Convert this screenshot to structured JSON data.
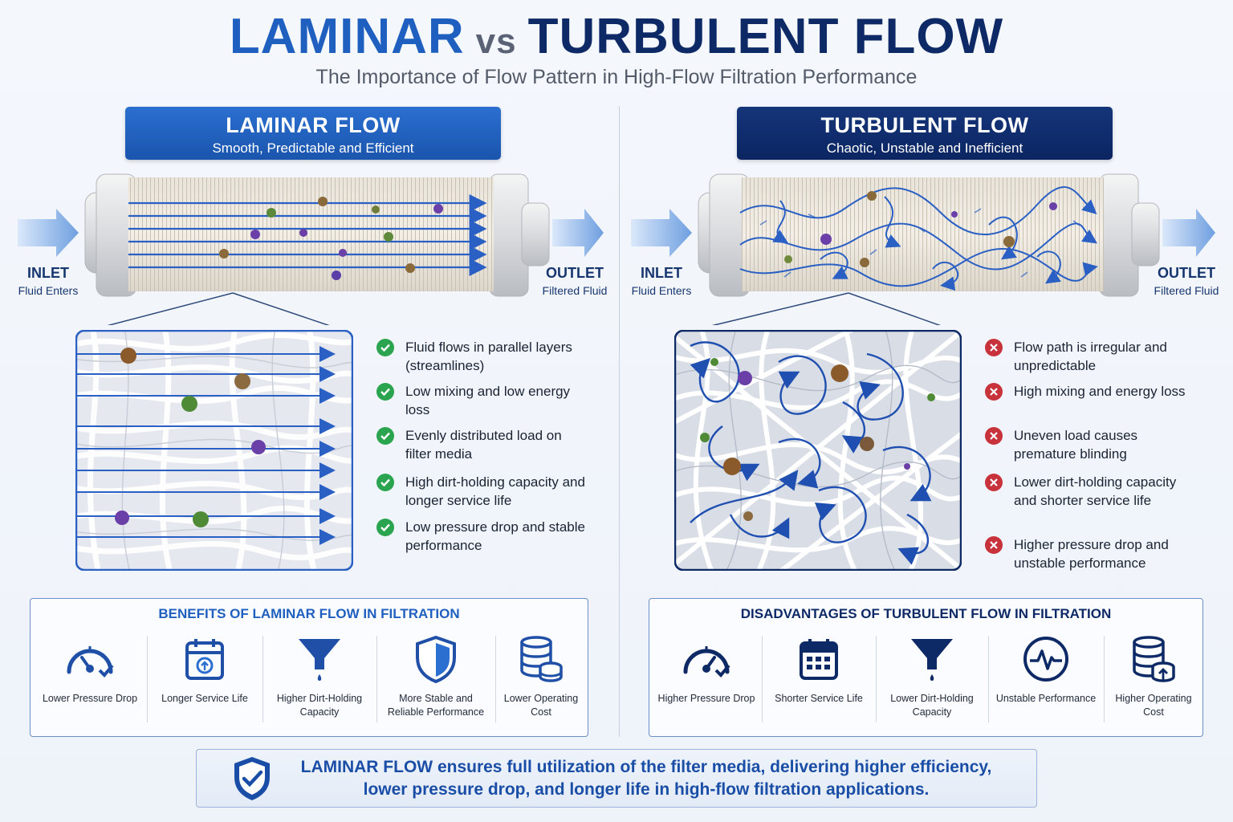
{
  "title": {
    "left": "LAMINAR",
    "vs": "vs",
    "right": "TURBULENT FLOW"
  },
  "subtitle": "The Importance of Flow Pattern in High-Flow Filtration Performance",
  "laminar": {
    "header": "LAMINAR FLOW",
    "subheader": "Smooth, Predictable and Efficient",
    "inlet": {
      "label": "INLET",
      "sub": "Fluid Enters"
    },
    "outlet": {
      "label": "OUTLET",
      "sub": "Filtered Fluid"
    },
    "points": [
      "Fluid flows in parallel layers (streamlines)",
      "Low mixing and low energy loss",
      "Evenly distributed load on filter media",
      "High dirt-holding capacity and longer service life",
      "Low pressure drop and stable performance"
    ],
    "benefits_title": "BENEFITS OF LAMINAR FLOW IN FILTRATION",
    "benefits": [
      {
        "label": "Lower Pressure Drop",
        "icon": "gauge-icon"
      },
      {
        "label": "Longer Service Life",
        "icon": "calendar-icon"
      },
      {
        "label": "Higher Dirt-Holding Capacity",
        "icon": "funnel-icon"
      },
      {
        "label": "More Stable and Reliable Performance",
        "icon": "shield-icon"
      },
      {
        "label": "Lower Operating Cost",
        "icon": "coins-icon"
      }
    ]
  },
  "turbulent": {
    "header": "TURBULENT FLOW",
    "subheader": "Chaotic, Unstable and Inefficient",
    "inlet": {
      "label": "INLET",
      "sub": "Fluid Enters"
    },
    "outlet": {
      "label": "OUTLET",
      "sub": "Filtered Fluid"
    },
    "points": [
      "Flow path is irregular and unpredictable",
      "High mixing and energy loss",
      "Uneven load causes premature blinding",
      "Lower dirt-holding capacity and shorter service life",
      "Higher pressure drop and unstable performance"
    ],
    "disadvantages_title": "DISADVANTAGES OF TURBULENT FLOW IN FILTRATION",
    "disadvantages": [
      {
        "label": "Higher Pressure Drop",
        "icon": "gauge-icon"
      },
      {
        "label": "Shorter Service Life",
        "icon": "calendar-icon"
      },
      {
        "label": "Lower Dirt-Holding Capacity",
        "icon": "funnel-icon"
      },
      {
        "label": "Unstable Performance",
        "icon": "pulse-icon"
      },
      {
        "label": "Higher Operating Cost",
        "icon": "coins-icon"
      }
    ]
  },
  "footer": {
    "text": "LAMINAR FLOW ensures full utilization of the filter media, delivering higher efficiency, lower pressure drop, and longer life in high-flow filtration applications."
  },
  "colors": {
    "laminar_blue": "#1f5fbf",
    "turbulent_navy": "#0e2a66",
    "check_green": "#2aa44f",
    "cross_red": "#c8323a"
  }
}
